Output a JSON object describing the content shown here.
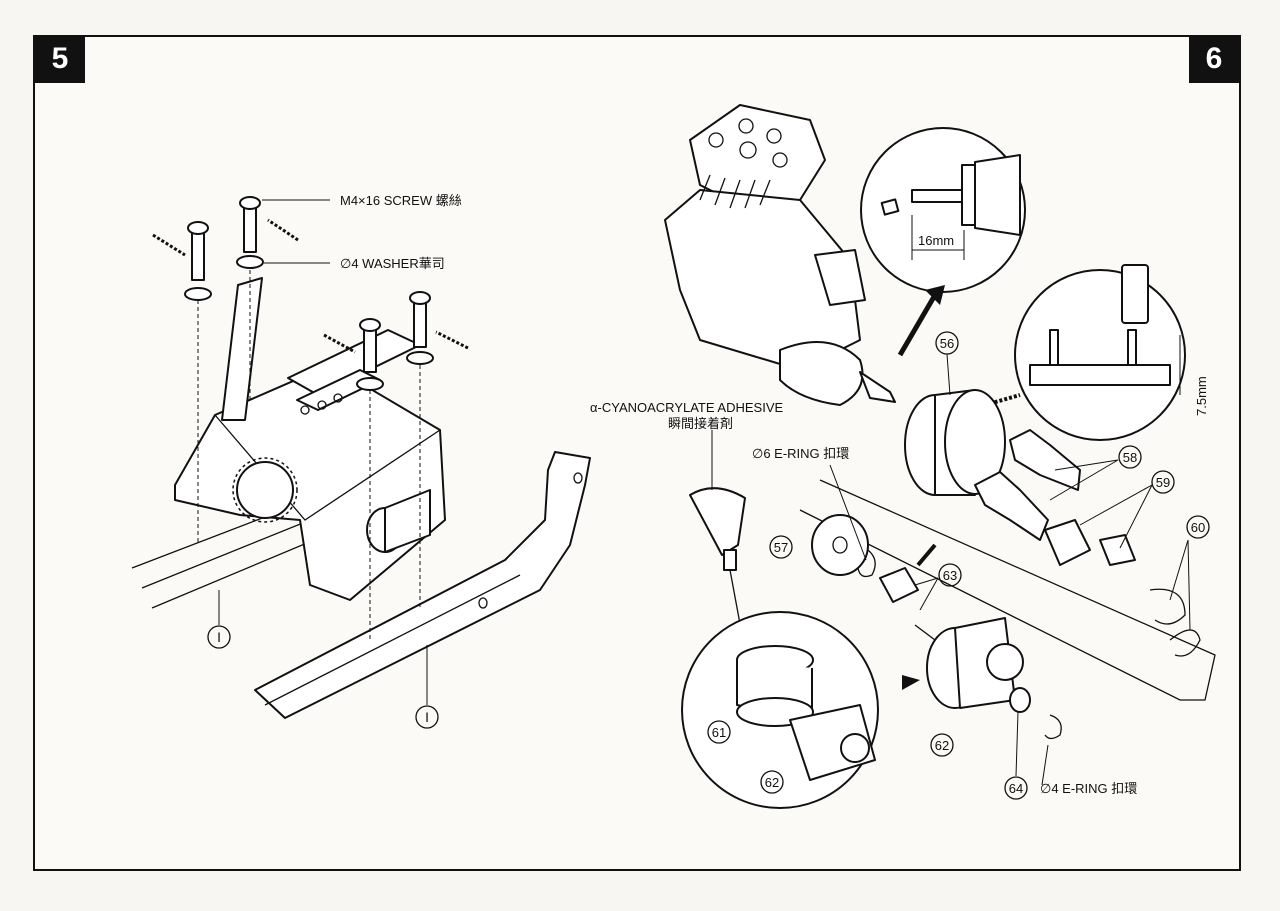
{
  "steps": {
    "left": "5",
    "right": "6"
  },
  "step5": {
    "screw_label": "M4×16  SCREW 螺絲",
    "washer_label": "∅4  WASHER華司",
    "callout_a": "Ⅰ",
    "callout_b": "Ⅰ"
  },
  "step6": {
    "adhesive_label": "α-CYANOACRYLATE  ADHESIVE",
    "adhesive_label_cn": "瞬間接着剤",
    "ering6_label": "∅6  E-RING 扣環",
    "ering4_label": "∅4  E-RING 扣環",
    "dim_16": "16mm",
    "dim_75": "7.5mm",
    "parts": {
      "p56": "56",
      "p57": "57",
      "p58": "58",
      "p59": "59",
      "p60": "60",
      "p61": "61",
      "p62a": "62",
      "p62b": "62",
      "p63": "63",
      "p64": "64"
    }
  }
}
